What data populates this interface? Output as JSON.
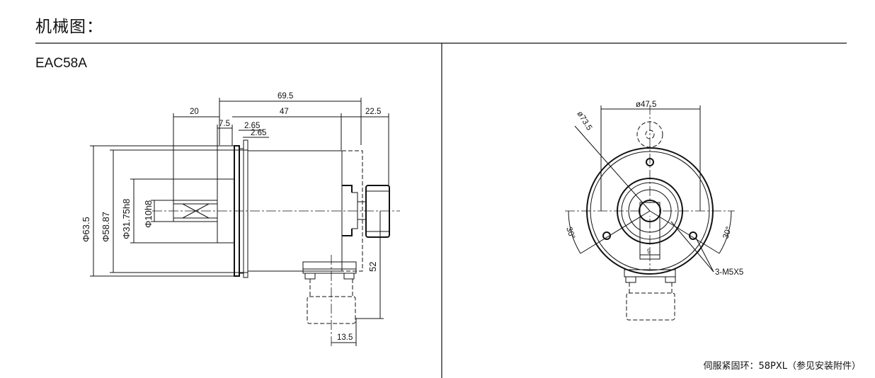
{
  "page": {
    "title": "机械图：",
    "model": "EAC58A",
    "footnote": "伺服紧固环：58PXL（参见安装附件）"
  },
  "side_view": {
    "dims": {
      "overall": "69.5",
      "shaft_len": "20",
      "body": "47",
      "connector": "22.5",
      "flange": "7.5",
      "step1": "2.65",
      "step2": "2.65",
      "dia_outer": "Φ63.5",
      "dia_body": "Φ58.87",
      "dia_spigot": "Φ31.75h8",
      "dia_shaft": "Φ10h8",
      "height_52": "52",
      "width_13_5": "13.5"
    }
  },
  "front_view": {
    "dims": {
      "bolt_circle": "ø47.5",
      "outer_dia": "ø73.5",
      "angle_left": "30°",
      "angle_right": "30°",
      "flat": "9",
      "holes": "3-M5X5"
    }
  }
}
